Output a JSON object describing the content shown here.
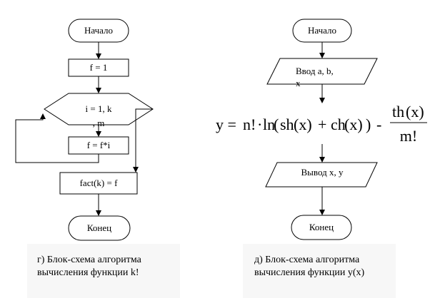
{
  "left": {
    "start": "Начало",
    "init": "f = 1",
    "loop_line1": "i = 1, k",
    "loop_line2": ", m",
    "body": "f = f*i",
    "output": "fact(k) = f",
    "end": "Конец",
    "caption_line1": "г) Блок-схема алгоритма",
    "caption_line2": "вычисления функции k!"
  },
  "right": {
    "start": "Начало",
    "input_line1": "Ввод a, b,",
    "input_line2": "x",
    "formula": {
      "y_eq": "y = ",
      "fact": "n!",
      "dot": "·",
      "ln": "ln",
      "po": "(",
      "sh": "sh",
      "x1": "(x)",
      "plus": "+",
      "ch": "ch",
      "x2": "(x)",
      "pc": ")",
      "minus": "-",
      "num_th": "th",
      "num_x": "(x)",
      "den": "m!"
    },
    "output": "Вывод x, y",
    "end": "Конец",
    "caption_line1": "д) Блок-схема алгоритма",
    "caption_line2": "вычисления функции y(x)"
  }
}
